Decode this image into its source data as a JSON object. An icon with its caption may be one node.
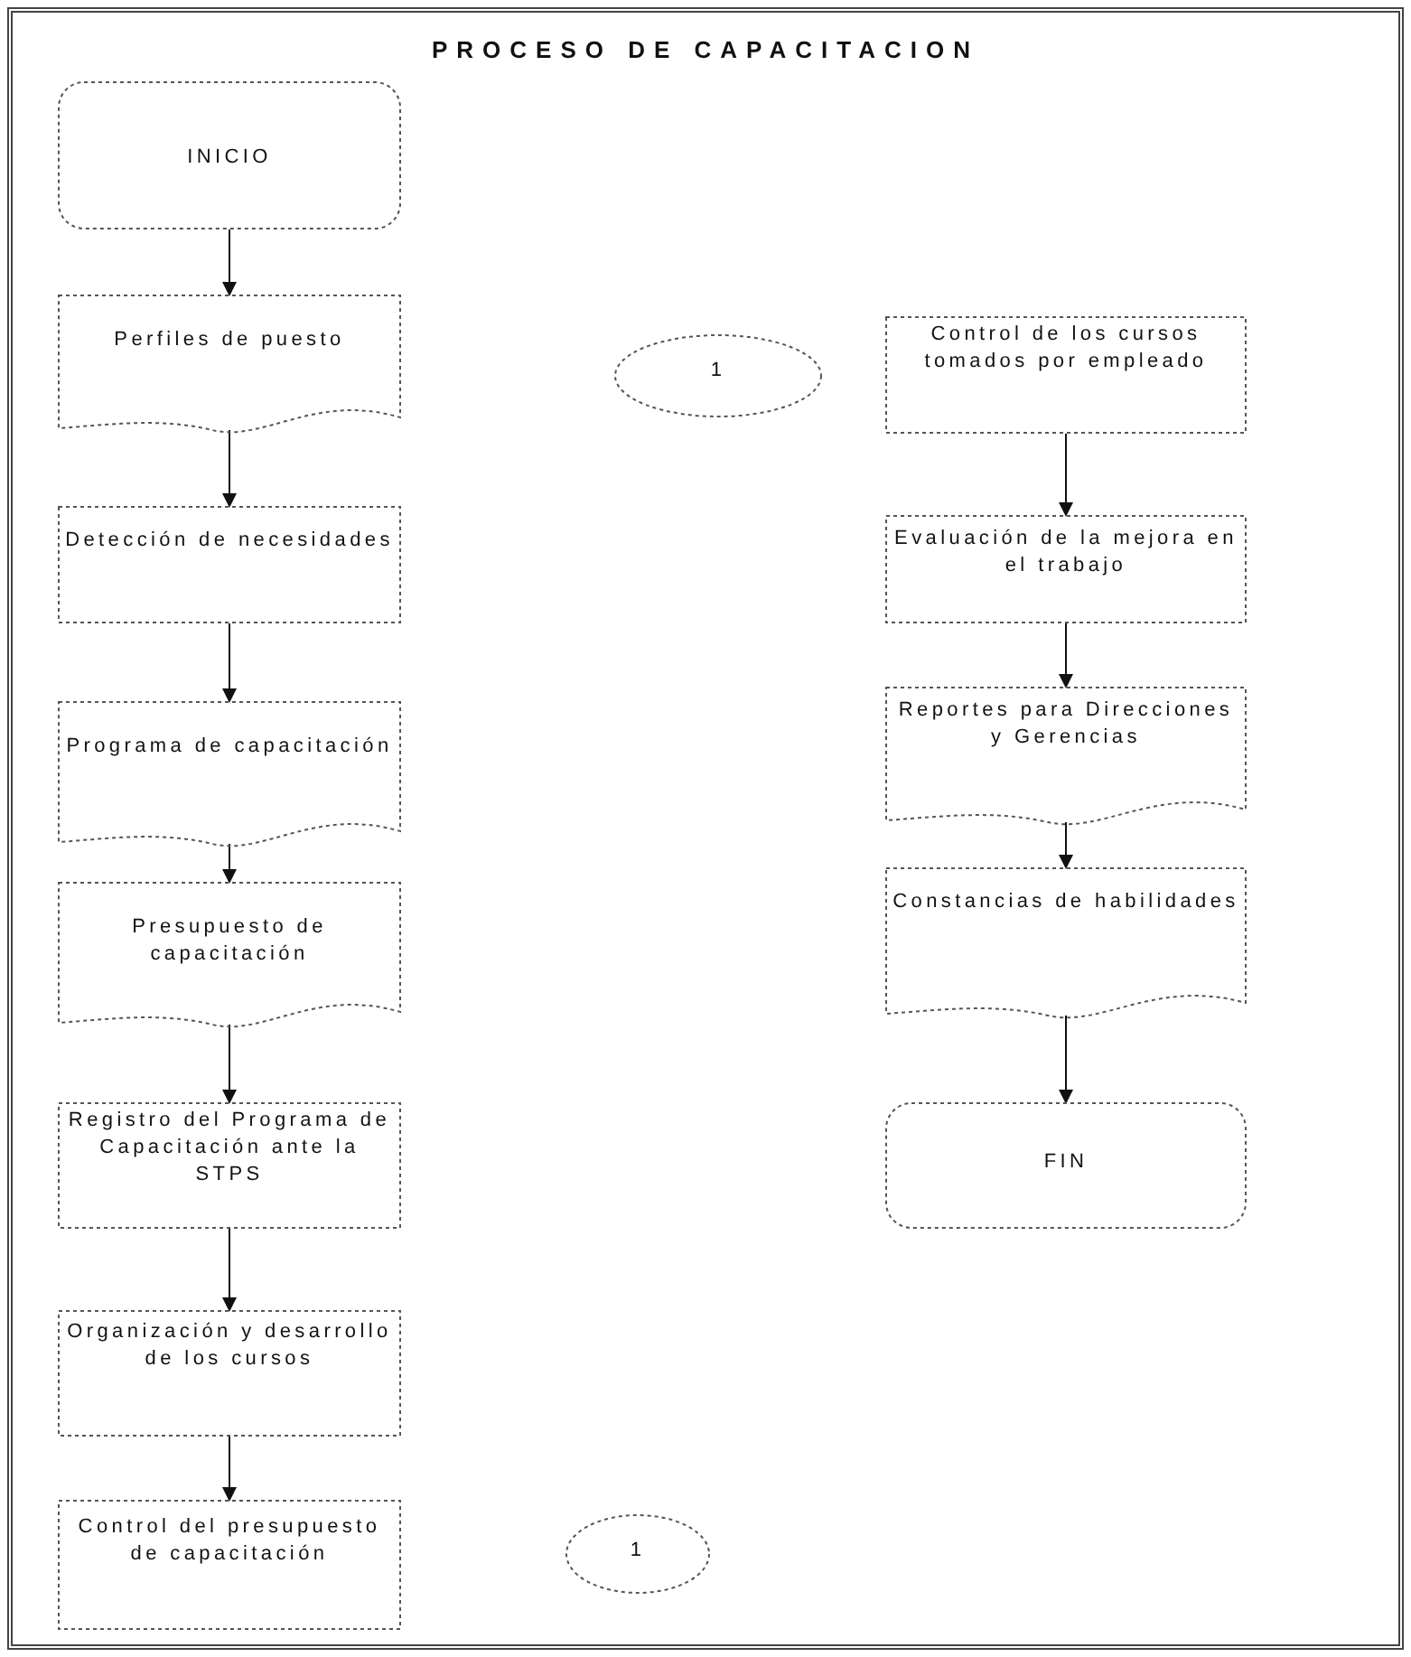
{
  "diagram": {
    "title": "PROCESO DE CAPACITACION",
    "nodes": [
      {
        "text": [
          "INICIO"
        ]
      },
      {
        "text": [
          "Perfiles de puesto"
        ]
      },
      {
        "text": [
          "Detección de necesidades"
        ]
      },
      {
        "text": [
          "Programa de capacitación"
        ]
      },
      {
        "text": [
          "Presupuesto de capacitación"
        ]
      },
      {
        "text": [
          "Registro del Programa de Capacitación ante la STPS"
        ]
      },
      {
        "text": [
          "Organización y desarrollo de los cursos"
        ]
      },
      {
        "text": [
          "Control del presupuesto de capacitación"
        ]
      },
      {
        "text": [
          "1"
        ]
      },
      {
        "text": [
          "1"
        ]
      },
      {
        "text": [
          "Control de los cursos tomados por empleado"
        ]
      },
      {
        "text": [
          "Evaluación de la mejora en el trabajo"
        ]
      },
      {
        "text": [
          "Reportes para Direcciones y Gerencias"
        ]
      },
      {
        "text": [
          "Constancias de habilidades"
        ]
      },
      {
        "text": [
          "FIN"
        ]
      }
    ],
    "edges": [
      {
        "from": 0,
        "to": 1,
        "arrow": "to"
      },
      {
        "from": 1,
        "to": 2,
        "arrow": "to"
      },
      {
        "from": 2,
        "to": 3,
        "arrow": "to"
      },
      {
        "from": 3,
        "to": 4,
        "arrow": "to"
      },
      {
        "from": 4,
        "to": 5,
        "arrow": "to"
      },
      {
        "from": 5,
        "to": 6,
        "arrow": "to"
      },
      {
        "from": 6,
        "to": 7,
        "arrow": "to"
      },
      {
        "from": 10,
        "to": 11,
        "arrow": "to"
      },
      {
        "from": 11,
        "to": 12,
        "arrow": "to"
      },
      {
        "from": 12,
        "to": 13,
        "arrow": "to"
      },
      {
        "from": 13,
        "to": 14,
        "arrow": "to"
      }
    ]
  }
}
